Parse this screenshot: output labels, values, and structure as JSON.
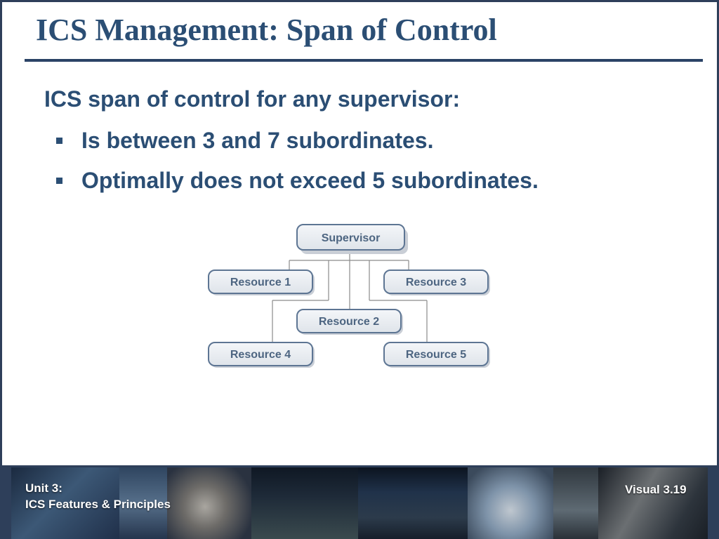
{
  "slide": {
    "title": "ICS Management: Span of Control",
    "lead": "ICS span of control for any supervisor:",
    "bullets": [
      "Is between 3 and 7 subordinates.",
      "Optimally does not exceed 5 subordinates."
    ]
  },
  "org_chart": {
    "supervisor": "Supervisor",
    "resources": [
      "Resource 1",
      "Resource 2",
      "Resource 3",
      "Resource 4",
      "Resource 5"
    ]
  },
  "footer": {
    "unit_line1": "Unit 3:",
    "unit_line2": "ICS Features & Principles",
    "visual_label": "Visual 3.19"
  },
  "colors": {
    "title_text": "#2b4e74",
    "rule": "#2b4366",
    "box_fill_top": "#f4f6f9",
    "box_fill_bottom": "#dfe4ea",
    "box_border": "#5d7593"
  }
}
